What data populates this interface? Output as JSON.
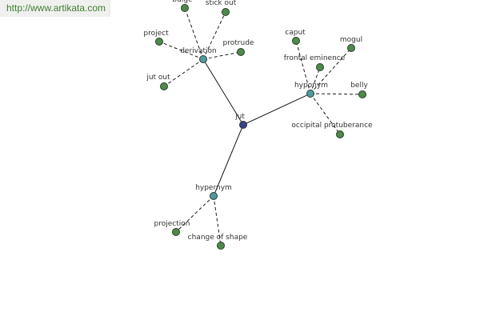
{
  "site": {
    "url": "http://www.artikata.com"
  },
  "colors": {
    "center": "#3b3f8c",
    "relation": "#4f9aa0",
    "leaf": "#4e8a4a",
    "stroke": "#2b3b2b"
  },
  "center": {
    "label": "jut"
  },
  "relations": [
    {
      "key": "derivation",
      "label": "derivation",
      "leaves": [
        "bulge",
        "stick out",
        "project",
        "protrude",
        "jut out"
      ]
    },
    {
      "key": "hyponym",
      "label": "hyponym",
      "leaves": [
        "caput",
        "mogul",
        "frontal eminence",
        "belly",
        "occipital protuberance"
      ]
    },
    {
      "key": "hypernym",
      "label": "hypernym",
      "leaves": [
        "projection",
        "change of shape"
      ]
    }
  ]
}
